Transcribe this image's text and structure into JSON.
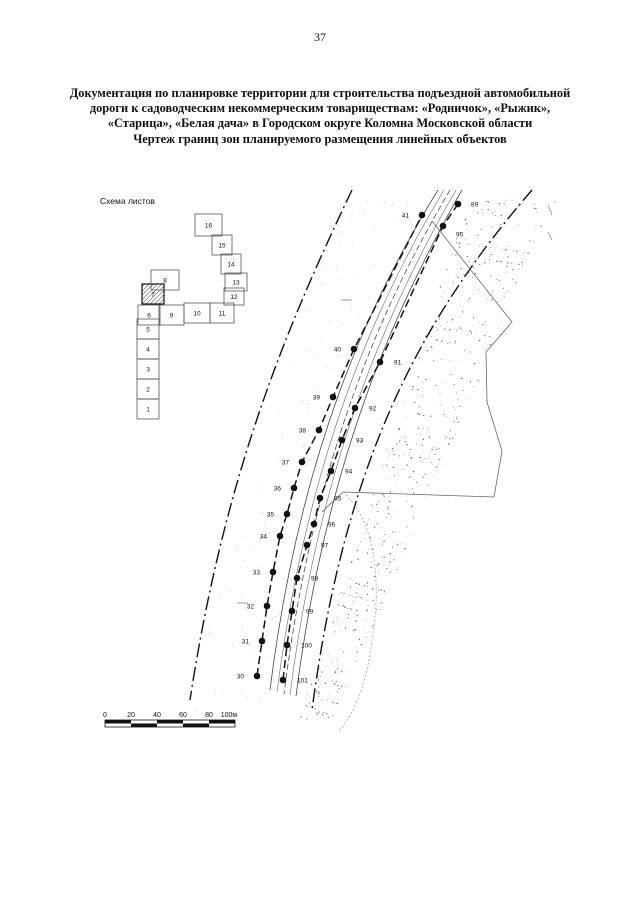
{
  "page_number": "37",
  "title_lines": [
    "Документация по планировке территории для строительства подъездной автомобильной",
    "дороги к садоводческим некоммерческим товариществам: «Родничок», «Рыжик»,",
    "«Старица», «Белая дача» в Городском округе Коломна Московской области",
    "Чертеж границ зон планируемого размещения линейных объектов"
  ],
  "sheet_scheme": {
    "label": "Схема листов",
    "sheets": [
      "1",
      "2",
      "3",
      "4",
      "5",
      "6",
      "7",
      "8",
      "9",
      "10",
      "11",
      "12",
      "13",
      "14",
      "15",
      "16"
    ],
    "highlighted_sheet": "7"
  },
  "boundary_points_left": [
    "30",
    "31",
    "32",
    "33",
    "34",
    "35",
    "36",
    "37",
    "38",
    "39",
    "40",
    "41"
  ],
  "boundary_points_right": [
    "101",
    "100",
    "99",
    "98",
    "97",
    "96",
    "95",
    "94",
    "93",
    "92",
    "91",
    "90",
    "89"
  ],
  "scale_bar": {
    "ticks": [
      "0",
      "20",
      "40",
      "60",
      "80",
      "100м"
    ]
  },
  "colors": {
    "ink": "#111111",
    "paper": "#ffffff"
  }
}
